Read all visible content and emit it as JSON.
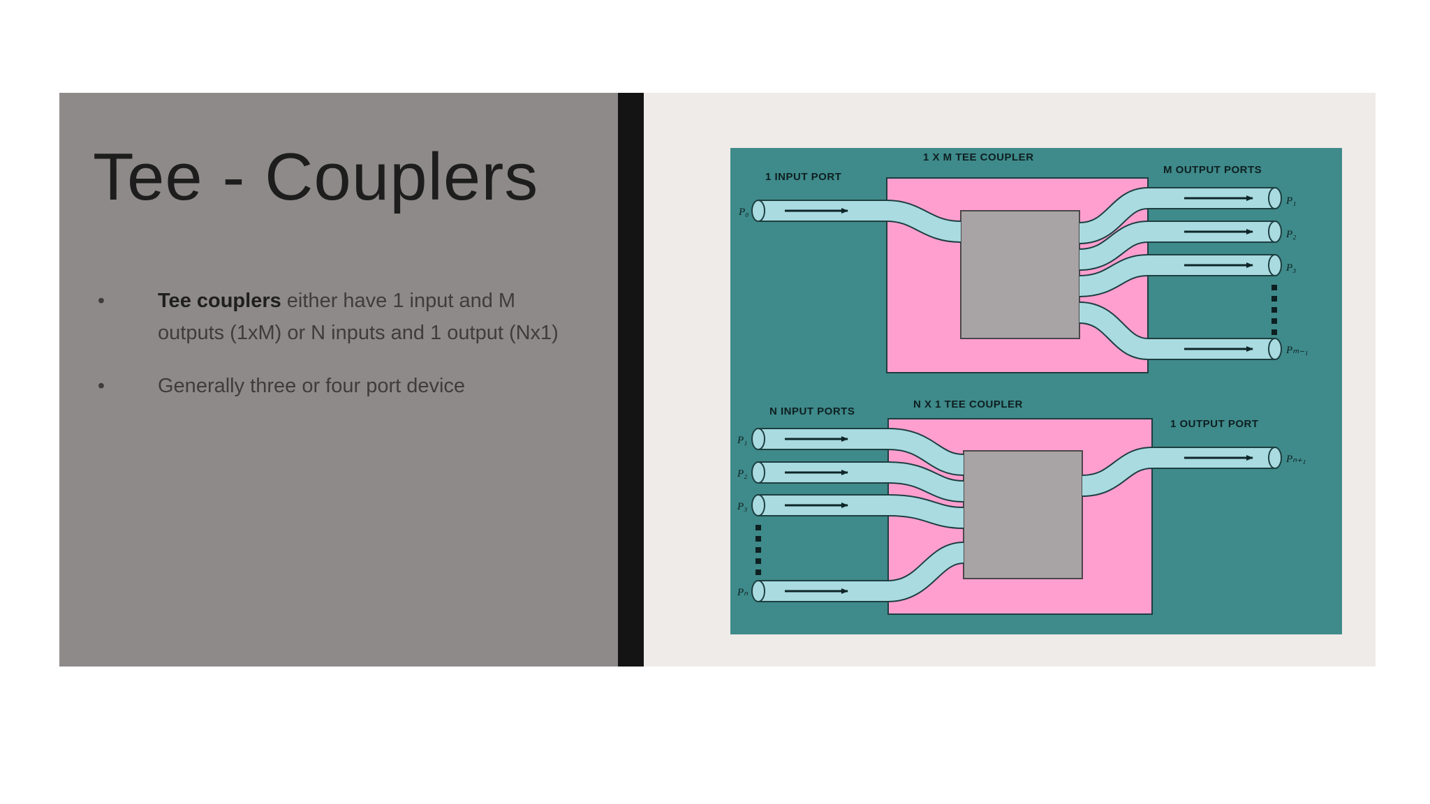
{
  "slide": {
    "title": "Tee - Couplers",
    "bullets": [
      {
        "bold": "Tee couplers",
        "text": " either have 1 input and M outputs (1xM) or N inputs and 1 output (Nx1)"
      },
      {
        "bold": "",
        "text": "Generally three or four port device"
      }
    ],
    "bullet_glyph": "•"
  },
  "figure": {
    "top_coupler": {
      "title": "1 X M TEE COUPLER",
      "input_label": "1 INPUT PORT",
      "output_label": "M OUTPUT PORTS",
      "input_port": "P₀",
      "output_ports": [
        "P₁",
        "P₂",
        "P₃",
        "Pₘ₋₁"
      ]
    },
    "bottom_coupler": {
      "title": "N X 1 TEE COUPLER",
      "input_label": "N INPUT PORTS",
      "output_label": "1 OUTPUT PORT",
      "input_ports": [
        "P₁",
        "P₂",
        "P₃",
        "Pₙ"
      ],
      "output_port": "Pₙ₊₁"
    },
    "colors": {
      "background": "#3f8a8a",
      "coupler_body": "#ff9fd0",
      "core": "#a8a4a6",
      "fiber": "#a9dbe1",
      "arrow": "#0e2628"
    }
  }
}
